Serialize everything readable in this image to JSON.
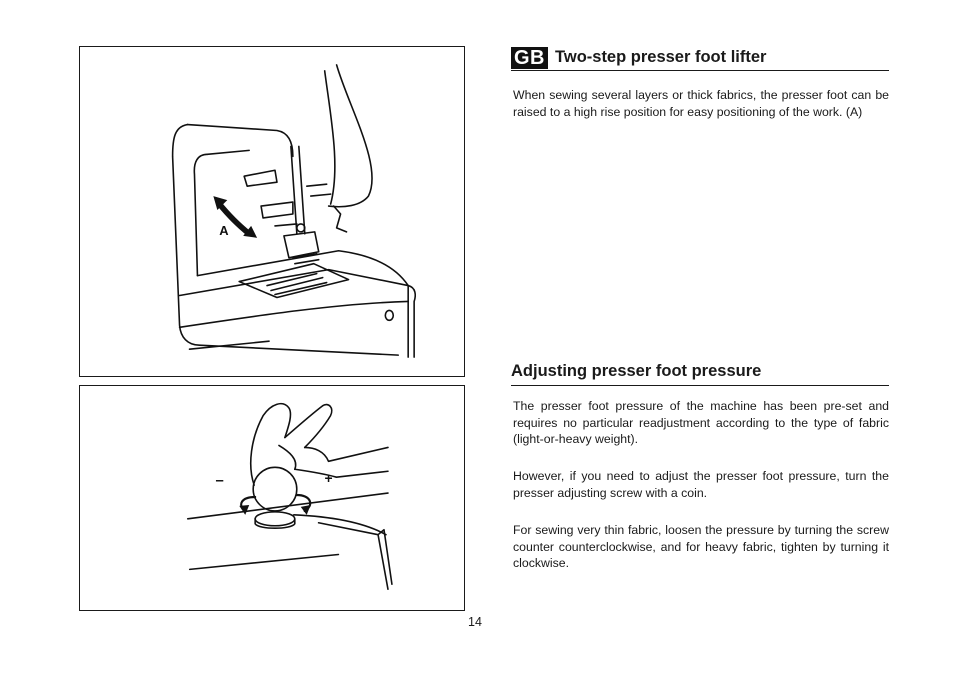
{
  "section_badge": "GB",
  "section1": {
    "title": "Two-step presser foot lifter",
    "body": "When sewing several layers or thick fabrics, the presser foot can be raised  to a high rise position for easy positioning of the work. (A)"
  },
  "section2": {
    "title": "Adjusting presser foot pressure",
    "paragraphs": [
      "The presser foot pressure of the machine has been pre-set and requires no particular readjustment according to the type of fabric (light-or-heavy weight).",
      "However, if you need to adjust the presser foot pressure, turn the presser adjusting screw with a coin.",
      "For sewing very thin fabric, loosen the pressure by turning the screw counter counterclockwise, and for heavy fabric, tighten by turning it clockwise."
    ]
  },
  "figure1": {
    "label": "A"
  },
  "figure2": {
    "minus_label": "–",
    "plus_label": "+"
  },
  "page_number": "14"
}
